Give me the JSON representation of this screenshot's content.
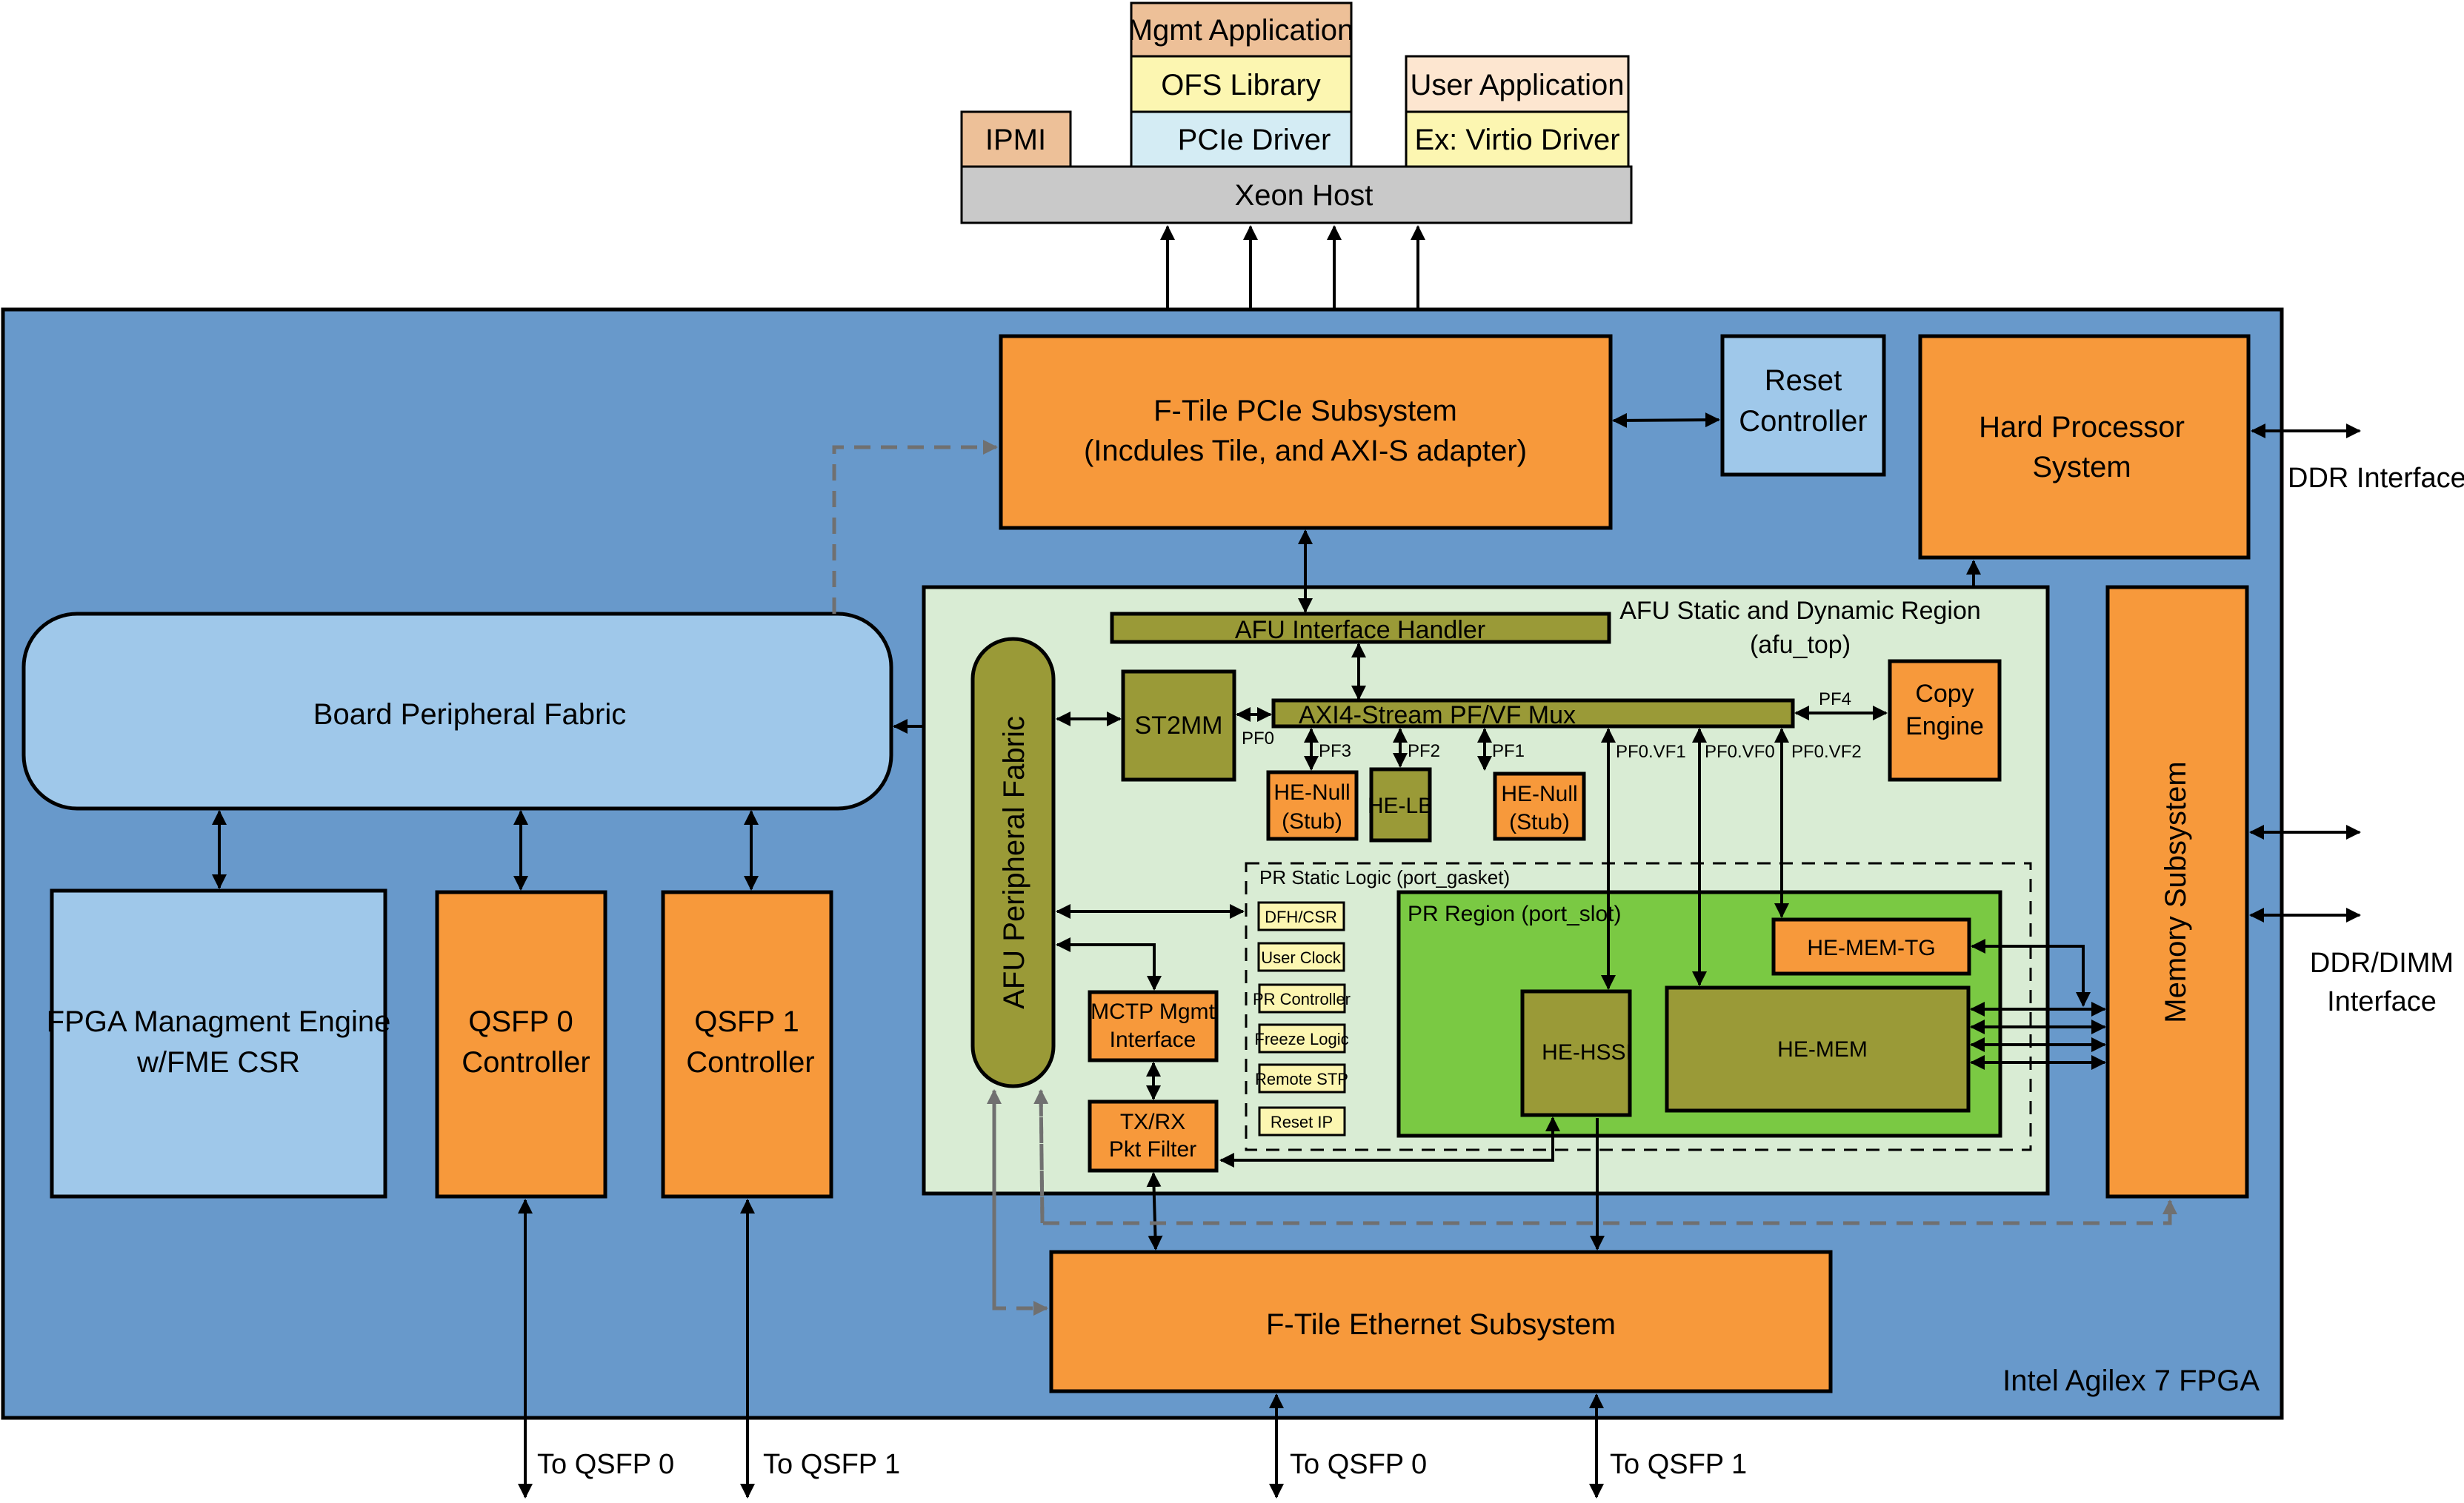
{
  "colors": {
    "fpga_bg": "#6899CB",
    "orange": "#F7993B",
    "light_blue": "#9FC8EA",
    "afu_bg": "#D9ECD4",
    "olive": "#9A9A37",
    "pr_green": "#7AC943",
    "pale_yellow": "#FCF6B1",
    "peach": "#EDC098",
    "cream": "#FDE6D0",
    "pale_cyan": "#D4ECF4",
    "gray_host": "#C9C9C9",
    "dash_gray": "#707070"
  },
  "host_stack": {
    "ipmi": "IPMI",
    "mgmt_app": "Mgmt Application",
    "ofs_library": "OFS Library",
    "pcie_driver": "PCIe Driver",
    "user_app": "User Application",
    "virtio_driver": "Ex: Virtio Driver",
    "xeon_host": "Xeon Host"
  },
  "fpga": {
    "label": "Intel Agilex 7 FPGA",
    "pcie_subsystem": [
      "F-Tile PCIe Subsystem",
      "(Incdules Tile, and AXI-S adapter)"
    ],
    "reset_controller": [
      "Reset",
      "Controller"
    ],
    "hps": [
      "Hard Processor",
      "System"
    ],
    "board_peripheral_fabric": "Board Peripheral Fabric",
    "fme": [
      "FPGA Managment Engine",
      "w/FME CSR"
    ],
    "qsfp0_ctrl": [
      "QSFP 0",
      "Controller"
    ],
    "qsfp1_ctrl": [
      "QSFP 1",
      "Controller"
    ],
    "memory_subsystem": "Memory Subsystem",
    "ethernet_subsystem": "F-Tile Ethernet Subsystem"
  },
  "afu": {
    "title": [
      "AFU Static and Dynamic Region",
      "(afu_top)"
    ],
    "interface_handler": "AFU Interface Handler",
    "peripheral_fabric": "AFU Peripheral Fabric",
    "st2mm": "ST2MM",
    "pfvf_mux": "AXI4-Stream PF/VF Mux",
    "copy_engine": [
      "Copy",
      "Engine"
    ],
    "he_null_1": [
      "HE-Null",
      "(Stub)"
    ],
    "he_lb": "HE-LB",
    "he_null_2": [
      "HE-Null",
      "(Stub)"
    ],
    "mctp": [
      "MCTP Mgmt",
      "Interface"
    ],
    "pkt_filter": [
      "TX/RX",
      "Pkt Filter"
    ],
    "pf_labels": {
      "pf0": "PF0",
      "pf1": "PF1",
      "pf2": "PF2",
      "pf3": "PF3",
      "pf4": "PF4",
      "pf0_vf0": "PF0.VF0",
      "pf0_vf1": "PF0.VF1",
      "pf0_vf2": "PF0.VF2"
    },
    "pr_static": {
      "title": "PR Static Logic (port_gasket)",
      "items": [
        "DFH/CSR",
        "User Clock",
        "PR Controller",
        "Freeze Logic",
        "Remote STP",
        "Reset IP"
      ]
    },
    "pr_region": {
      "title": "PR Region (port_slot)",
      "he_hssi": "HE-HSSI",
      "he_mem": "HE-MEM",
      "he_mem_tg": "HE-MEM-TG"
    }
  },
  "external": {
    "ddr_interface": "DDR Interface",
    "ddr_dimm": [
      "DDR/DIMM",
      "Interface"
    ],
    "to_qsfp0": "To QSFP 0",
    "to_qsfp1": "To QSFP 1"
  }
}
